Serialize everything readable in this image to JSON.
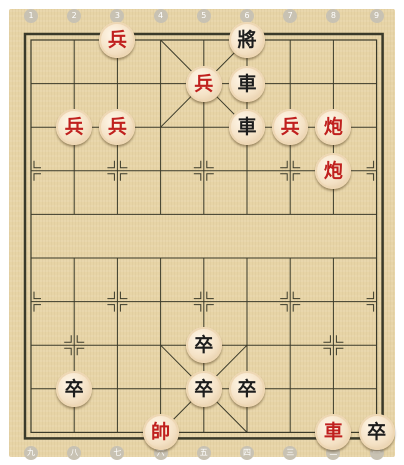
{
  "board": {
    "top_file_labels": [
      "1",
      "2",
      "3",
      "4",
      "5",
      "6",
      "7",
      "8",
      "9"
    ],
    "bottom_file_labels": [
      "九",
      "八",
      "七",
      "六",
      "五",
      "四",
      "三",
      "二",
      "一"
    ],
    "colors": {
      "background": "#e7d4a6",
      "line": "#3a3a2a",
      "red_piece": "#c0201e",
      "black_piece": "#1d1d1d"
    }
  },
  "pieces": [
    {
      "name": "red-soldier",
      "char": "兵",
      "side": "red",
      "file": 3,
      "rank": 0
    },
    {
      "name": "black-general",
      "char": "將",
      "side": "black",
      "file": 6,
      "rank": 0
    },
    {
      "name": "red-soldier",
      "char": "兵",
      "side": "red",
      "file": 5,
      "rank": 1
    },
    {
      "name": "black-chariot",
      "char": "車",
      "side": "black",
      "file": 6,
      "rank": 1
    },
    {
      "name": "red-soldier",
      "char": "兵",
      "side": "red",
      "file": 2,
      "rank": 2
    },
    {
      "name": "red-soldier",
      "char": "兵",
      "side": "red",
      "file": 3,
      "rank": 2
    },
    {
      "name": "black-chariot",
      "char": "車",
      "side": "black",
      "file": 6,
      "rank": 2
    },
    {
      "name": "red-soldier",
      "char": "兵",
      "side": "red",
      "file": 7,
      "rank": 2
    },
    {
      "name": "red-cannon",
      "char": "炮",
      "side": "red",
      "file": 8,
      "rank": 2
    },
    {
      "name": "red-cannon",
      "char": "炮",
      "side": "red",
      "file": 8,
      "rank": 3
    },
    {
      "name": "black-soldier",
      "char": "卒",
      "side": "black",
      "file": 5,
      "rank": 7
    },
    {
      "name": "black-soldier",
      "char": "卒",
      "side": "black",
      "file": 2,
      "rank": 8
    },
    {
      "name": "black-soldier",
      "char": "卒",
      "side": "black",
      "file": 5,
      "rank": 8
    },
    {
      "name": "black-soldier",
      "char": "卒",
      "side": "black",
      "file": 6,
      "rank": 8
    },
    {
      "name": "red-general",
      "char": "帥",
      "side": "red",
      "file": 4,
      "rank": 9
    },
    {
      "name": "red-chariot",
      "char": "車",
      "side": "red",
      "file": 8,
      "rank": 9
    },
    {
      "name": "black-soldier",
      "char": "卒",
      "side": "black",
      "file": 9,
      "rank": 9
    }
  ]
}
